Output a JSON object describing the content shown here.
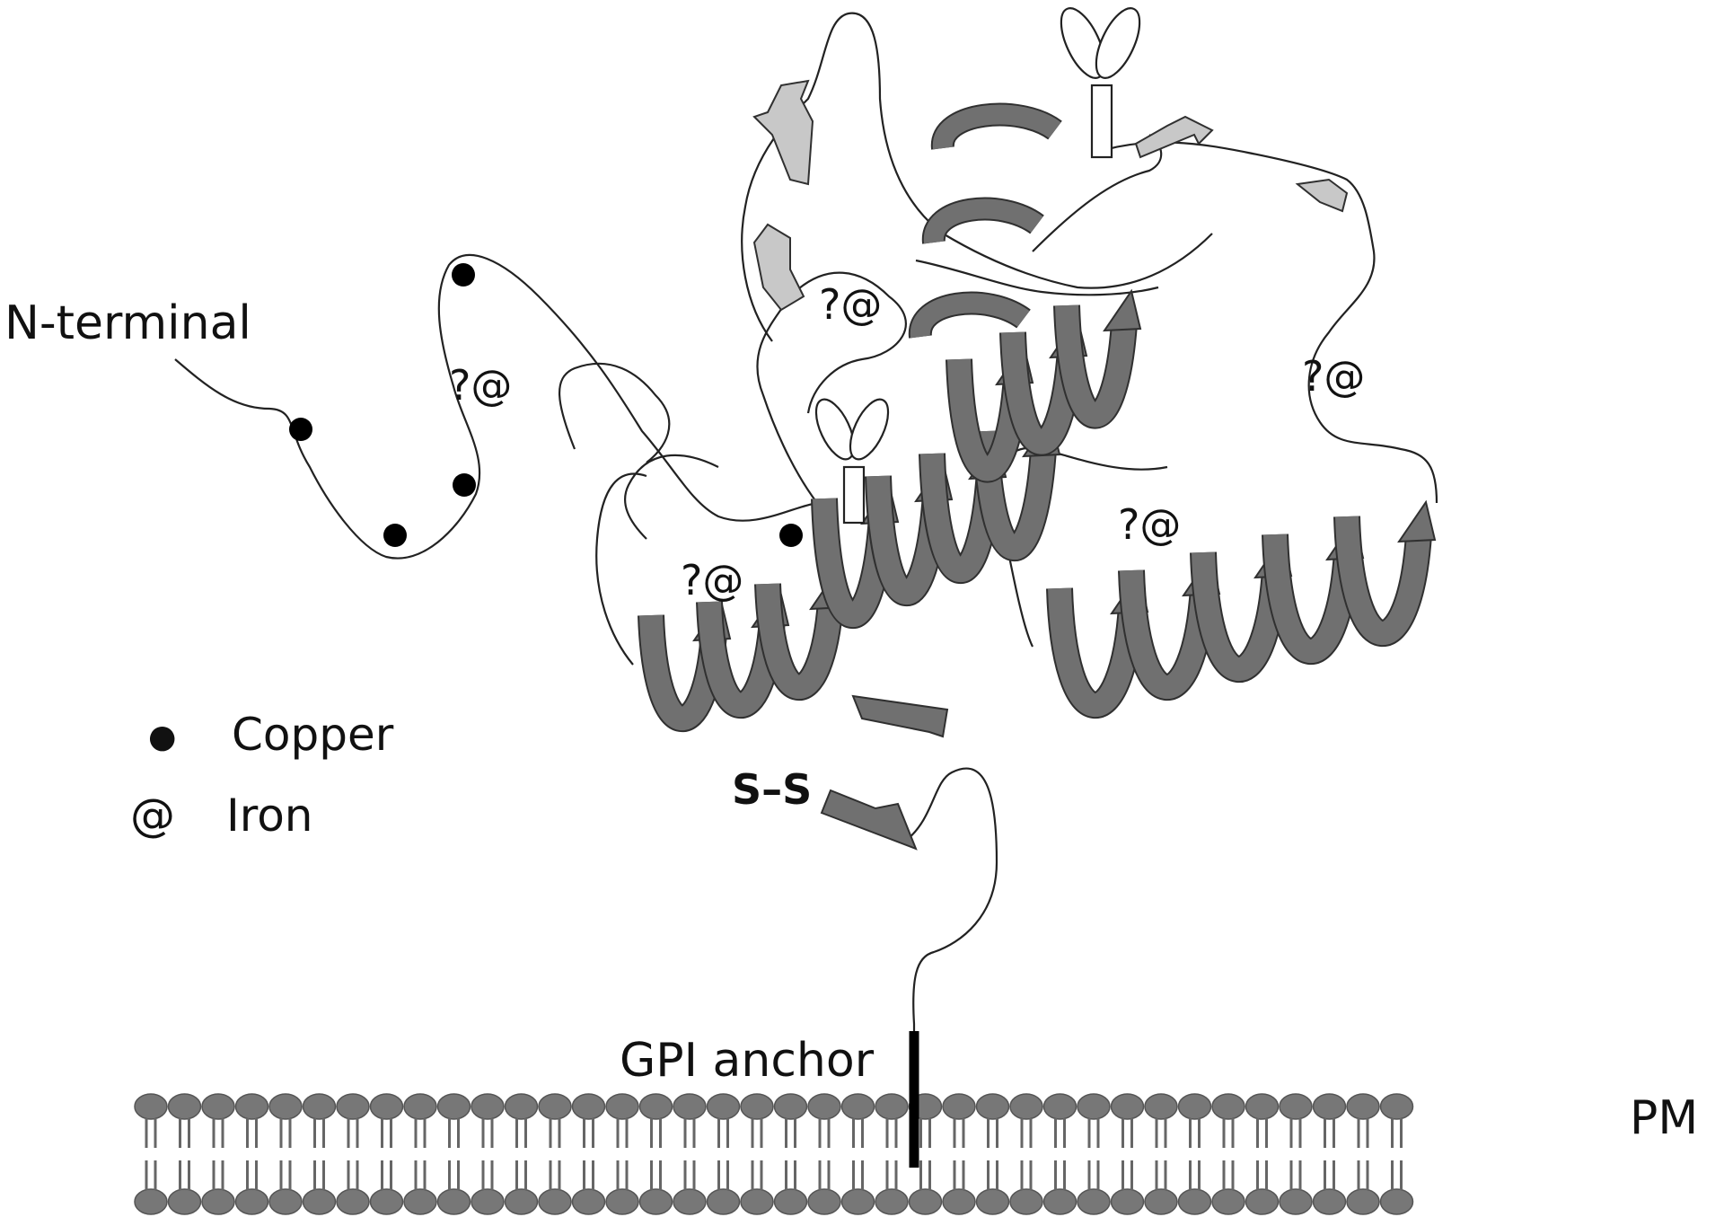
{
  "labels": {
    "n_terminal": "N-terminal",
    "gpi_anchor": "GPI anchor",
    "pm": "PM",
    "disulfide": "S–S",
    "iron_site": "?@"
  },
  "legend": {
    "copper_symbol": "●",
    "copper_label": "Copper",
    "iron_symbol": "@",
    "iron_label": "Iron"
  },
  "colors": {
    "ribbon": "#707070",
    "ribbon_stroke": "#303030",
    "sheet": "#c8c8c8",
    "membrane": "#777777",
    "line": "#222222"
  }
}
